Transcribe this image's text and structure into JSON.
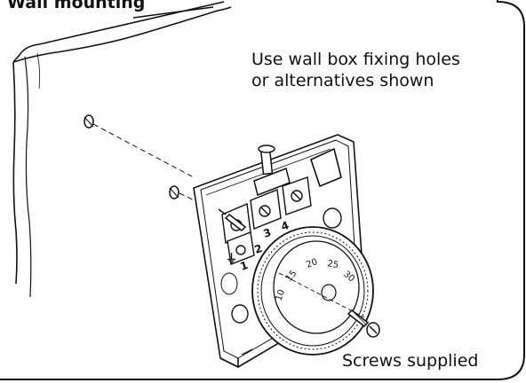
{
  "heading": "Wall mounting",
  "callouts": {
    "fixing_holes_line1": "Use wall box fixing holes",
    "fixing_holes_line2": "or alternatives shown",
    "screws": "Screws supplied"
  },
  "terminals": [
    "1",
    "2",
    "3",
    "4"
  ],
  "earth_mark": "⏚",
  "dial_scale": [
    "10",
    "15",
    "20",
    "25",
    "30"
  ],
  "colors": {
    "ink": "#111111",
    "background": "#ffffff"
  }
}
